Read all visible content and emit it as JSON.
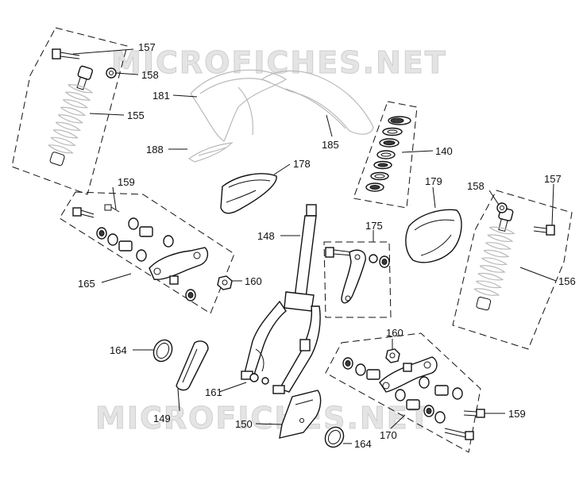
{
  "watermark": "MICROFICHES.NET",
  "labels": {
    "p157a": "157",
    "p158a": "158",
    "p155": "155",
    "p181": "181",
    "p185": "185",
    "p188": "188",
    "p140": "140",
    "p178": "178",
    "p159a": "159",
    "p179": "179",
    "p158b": "158",
    "p157b": "157",
    "p148": "148",
    "p175": "175",
    "p165": "165",
    "p160a": "160",
    "p156": "156",
    "p164a": "164",
    "p160b": "160",
    "p161": "161",
    "p149": "149",
    "p150": "150",
    "p159b": "159",
    "p170": "170",
    "p164b": "164"
  }
}
